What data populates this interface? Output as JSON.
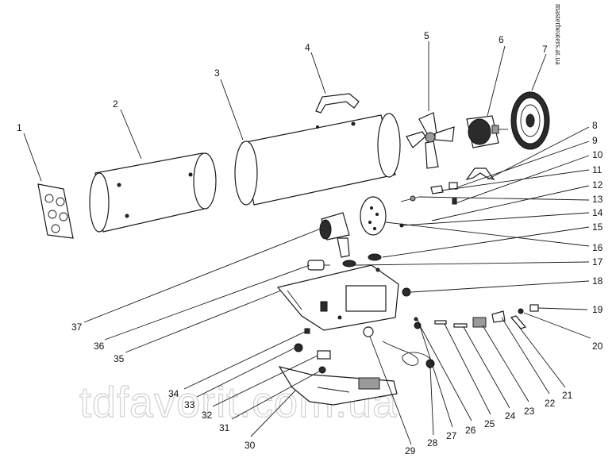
{
  "watermark": "tdfavorit.com.ua",
  "side_url": "masterheaters.at.ua",
  "labels": {
    "n1": "1",
    "n2": "2",
    "n3": "3",
    "n4": "4",
    "n5": "5",
    "n6": "6",
    "n7": "7",
    "n8": "8",
    "n9": "9",
    "n10": "10",
    "n11": "11",
    "n12": "12",
    "n13": "13",
    "n14": "14",
    "n15": "15",
    "n16": "16",
    "n17": "17",
    "n18": "18",
    "n19": "19",
    "n20": "20",
    "n21": "21",
    "n22": "22",
    "n23": "23",
    "n24": "24",
    "n25": "25",
    "n26": "26",
    "n27": "27",
    "n28": "28",
    "n29": "29",
    "n30": "30",
    "n31": "31",
    "n32": "32",
    "n33": "33",
    "n34": "34",
    "n35": "35",
    "n36": "36",
    "n37": "37"
  }
}
